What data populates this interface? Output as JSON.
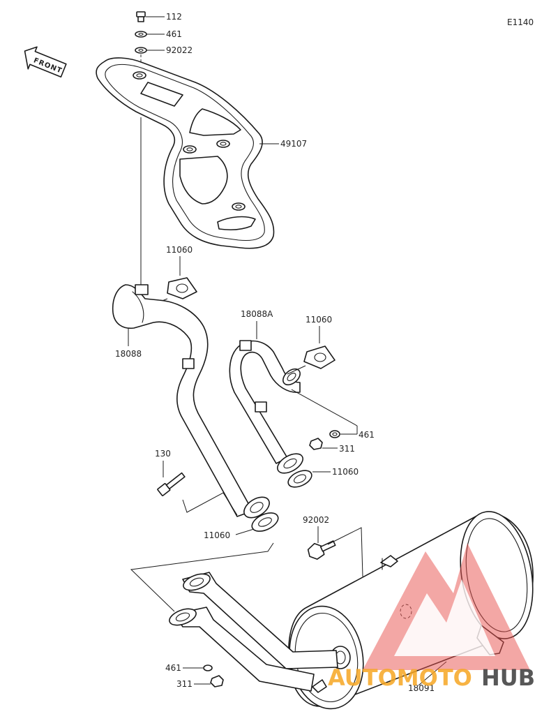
{
  "diagram": {
    "code": "E1140",
    "front_label": "FRONT",
    "parts": {
      "bolt_top": "112",
      "washer_top": "461",
      "collar_top": "92022",
      "heat_guard": "49107",
      "gasket_front": "11060",
      "exhaust_pipe_front": "18088",
      "exhaust_pipe_rear": "18088A",
      "gasket_rear": "11060",
      "washer_mid": "461",
      "nut_mid": "311",
      "gasket_rear_joint": "11060",
      "bolt_130": "130",
      "gasket_front_joint": "11060",
      "bolt_92002": "92002",
      "muffler": "18091",
      "washer_bottom": "461",
      "nut_bottom": "311"
    }
  },
  "watermark": {
    "text_orange": "AUTOMOTO",
    "text_dark": "HUB",
    "colors": {
      "logo_red": "#e8524f",
      "text_orange": "#f6a623",
      "text_dark": "#3a3a3a"
    }
  }
}
